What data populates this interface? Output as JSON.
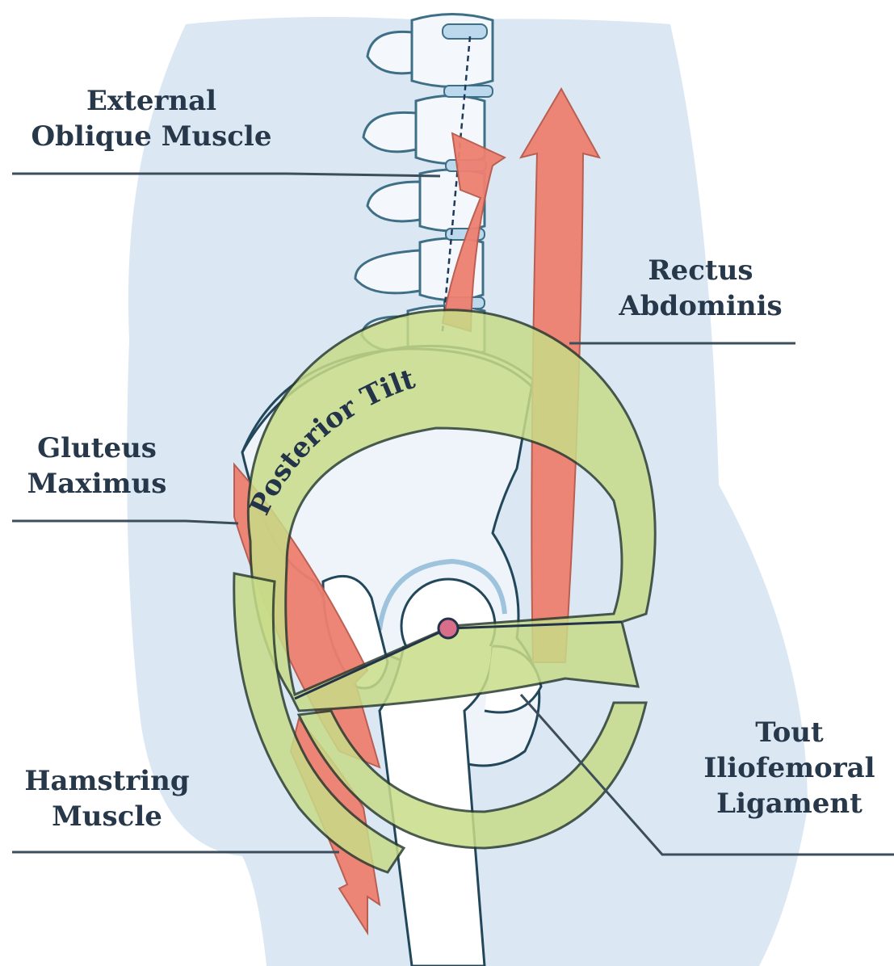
{
  "labels": {
    "external_oblique": {
      "line1": "External",
      "line2": "Oblique Muscle"
    },
    "rectus_abdominis": {
      "line1": "Rectus",
      "line2": "Abdominis"
    },
    "gluteus_maximus": {
      "line1": "Gluteus",
      "line2": "Maximus"
    },
    "hamstring": {
      "line1": "Hamstring",
      "line2": "Muscle"
    },
    "iliofemoral": {
      "line1": "Tout",
      "line2": "Iliofemoral",
      "line3": "Ligament"
    }
  },
  "ring_label": "Posterior Tilt",
  "colors": {
    "body_silhouette": "#dbe8f4",
    "outline": "#23475a",
    "bone_fill": "#ffffff",
    "muscle_arrow": "#ee8070",
    "tilt_ring": "#c8dc88",
    "label_text": "#27384a",
    "leader_line": "#3c4d5c"
  }
}
